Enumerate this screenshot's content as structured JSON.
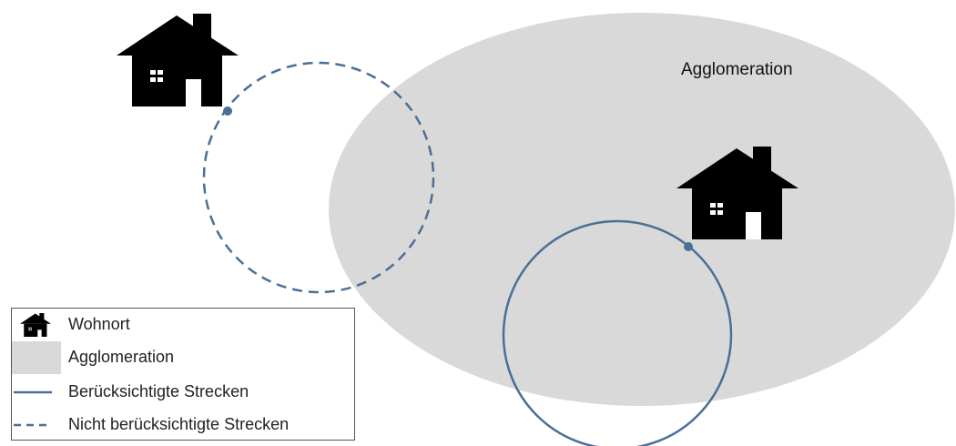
{
  "diagram": {
    "region_label": "Agglomeration",
    "icons": [
      "house-icon",
      "house-icon"
    ],
    "colors": {
      "agglomeration_fill": "#d9d9d9",
      "route_line": "#4a6f98",
      "house": "#000000"
    }
  },
  "legend": {
    "items": [
      {
        "label": "Wohnort",
        "symbol": "house-icon"
      },
      {
        "label": "Agglomeration",
        "symbol": "grey-box"
      },
      {
        "label": "Berücksichtigte Strecken",
        "symbol": "solid-line"
      },
      {
        "label": "Nicht berücksichtigte Strecken",
        "symbol": "dashed-line"
      }
    ]
  }
}
